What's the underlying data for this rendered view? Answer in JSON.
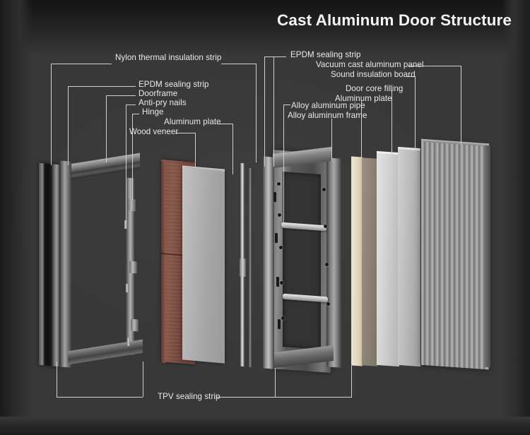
{
  "meta": {
    "title": "Cast Aluminum Door Structure",
    "background_color": "#383838",
    "label_color": "#eceaea",
    "leader_line_color": "#cfcfcf"
  },
  "labels": {
    "nylon_thermal_insulation_strip": "Nylon thermal insulation strip",
    "epdm_sealing_strip_left": "EPDM sealing strip",
    "doorframe": "Doorframe",
    "anti_pry_nails": "Anti-pry nails",
    "hinge": "Hinge",
    "aluminum_plate_left": "Aluminum plate",
    "wood_veneer": "Wood veneer",
    "epdm_sealing_strip_right": "EPDM sealing strip",
    "vacuum_cast_aluminum_panel": "Vacuum cast aluminum panel",
    "sound_insulation_board": "Sound insulation board",
    "door_core_filling": "Door core filling",
    "aluminum_plate_right": "Aluminum plate",
    "alloy_aluminum_pipe": "Alloy aluminum pipe",
    "alloy_aluminum_frame": "Alloy aluminum frame",
    "tpv_sealing_strip": "TPV sealing strip"
  },
  "parts": {
    "left_group": "Door frame assembly with wood veneer and aluminum plate",
    "center_group": "Alloy aluminum frame with alloy aluminum pipes",
    "right_group": "Door core filling, sound insulation board, aluminum plate, vacuum cast aluminum panel"
  },
  "colors": {
    "wood_veneer": "#7d5145",
    "aluminum_plate": "#b5b5b5",
    "door_core_filling": "#e4d8bf",
    "sound_insulation_board": "#d4d4d4",
    "vacuum_cast_aluminum_panel": "#9b9b9b",
    "frame_metal": "#8a8a8a"
  }
}
